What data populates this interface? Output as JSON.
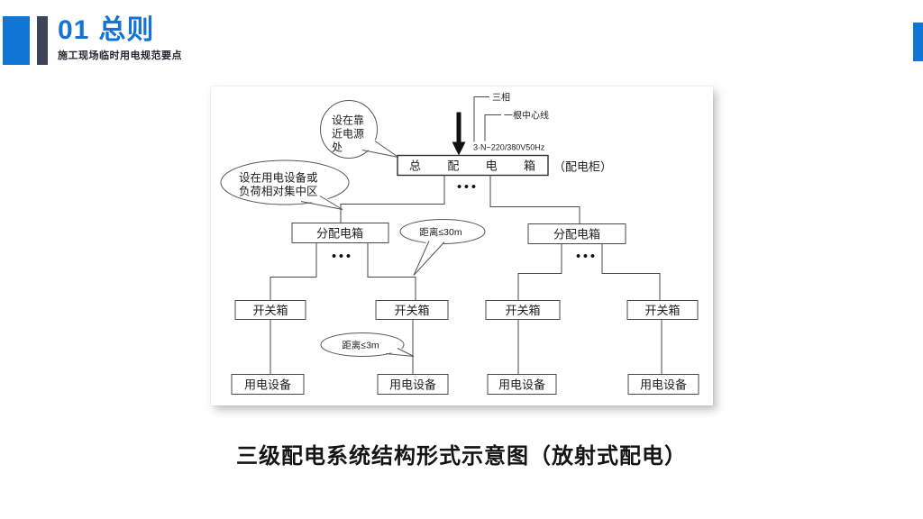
{
  "header": {
    "section_number": "01",
    "section_title": "总则",
    "subtitle": "施工现场临时用电规范要点"
  },
  "diagram": {
    "supply": {
      "three_phase": "三相",
      "neutral": "一根中心线",
      "voltage": "3·N~220/380V50Hz"
    },
    "main_box": "总 配 电 箱",
    "main_box_note": "（配电柜）",
    "bubble_near_power": [
      "设在靠",
      "近电源",
      "处"
    ],
    "bubble_near_load": [
      "设在用电设备或",
      "负荷相对集中区"
    ],
    "bubble_distance_30m": "距离≤30m",
    "bubble_distance_3m": "距离≤3m",
    "distribution_boxes": [
      "分配电箱",
      "分配电箱"
    ],
    "switch_boxes": [
      "开关箱",
      "开关箱",
      "开关箱",
      "开关箱"
    ],
    "equipment_boxes": [
      "用电设备",
      "用电设备",
      "用电设备",
      "用电设备"
    ],
    "ellipsis": "•••"
  },
  "caption": "三级配电系统结构形式示意图（放射式配电）",
  "colors": {
    "accent_blue": "#0f76d3",
    "title_blue": "#1373d6",
    "dark_bar": "#3d4457",
    "line_gray": "#4a4a4a",
    "caption_black": "#141414"
  }
}
